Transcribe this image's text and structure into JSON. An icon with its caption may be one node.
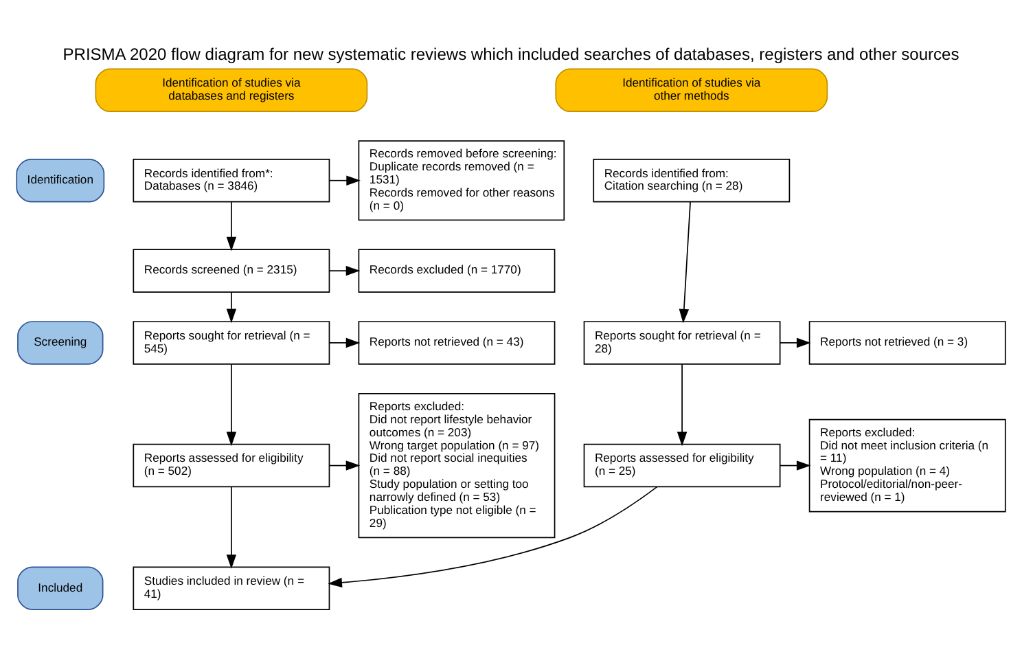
{
  "diagram": {
    "title": "PRISMA 2020 flow diagram for new systematic reviews which included searches of databases, registers and other sources",
    "nodes": [
      {
        "text": [
          "Identification of studies via databases and registers"
        ]
      },
      {
        "text": [
          "Identification of studies via other methods"
        ]
      },
      {
        "text": [
          "Identification"
        ]
      },
      {
        "text": [
          "Screening"
        ]
      },
      {
        "text": [
          "Included"
        ]
      },
      {
        "text": [
          "Records identified from*:",
          "Databases (n = 3846)"
        ]
      },
      {
        "text": [
          "Records removed before screening:",
          "Duplicate records removed (n = 1531)",
          "Records removed for other reasons (n = 0)"
        ]
      },
      {
        "text": [
          "Records identified from:",
          "Citation searching (n = 28)"
        ]
      },
      {
        "text": [
          "Records screened (n = 2315)"
        ]
      },
      {
        "text": [
          "Records excluded (n = 1770)"
        ]
      },
      {
        "text": [
          "Reports sought for retrieval (n = 545)"
        ]
      },
      {
        "text": [
          "Reports not retrieved (n = 43)"
        ]
      },
      {
        "text": [
          "Reports sought for retrieval (n = 28)"
        ]
      },
      {
        "text": [
          "Reports not retrieved (n = 3)"
        ]
      },
      {
        "text": [
          "Reports assessed for eligibility (n = 502)"
        ]
      },
      {
        "text": [
          "Reports excluded:",
          "Did not report lifestyle behavior outcomes (n = 203)",
          "Wrong target population (n = 97)",
          "Did not report social inequities (n = 88)",
          "Study population or setting too narrowly defined (n = 53)",
          "Publication type not eligible (n = 29)"
        ]
      },
      {
        "text": [
          "Reports assessed for eligibility (n = 25)"
        ]
      },
      {
        "text": [
          "Reports excluded:",
          "Did not meet inclusion criteria (n = 11)",
          "Wrong population (n = 4)",
          "Protocol/editorial/non-peer-reviewed (n = 1)"
        ]
      },
      {
        "text": [
          "Studies included in review (n = 41)"
        ]
      }
    ],
    "edges": [
      {
        "from": 5,
        "to": 6,
        "arrow": "to"
      },
      {
        "from": 5,
        "to": 8,
        "arrow": "to"
      },
      {
        "from": 8,
        "to": 9,
        "arrow": "to"
      },
      {
        "from": 8,
        "to": 10,
        "arrow": "to"
      },
      {
        "from": 10,
        "to": 11,
        "arrow": "to"
      },
      {
        "from": 10,
        "to": 14,
        "arrow": "to"
      },
      {
        "from": 14,
        "to": 15,
        "arrow": "to"
      },
      {
        "from": 14,
        "to": 18,
        "arrow": "to"
      },
      {
        "from": 7,
        "to": 12,
        "arrow": "to"
      },
      {
        "from": 12,
        "to": 13,
        "arrow": "to"
      },
      {
        "from": 12,
        "to": 16,
        "arrow": "to"
      },
      {
        "from": 16,
        "to": 17,
        "arrow": "to"
      },
      {
        "from": 16,
        "to": 18,
        "arrow": "to"
      }
    ]
  }
}
